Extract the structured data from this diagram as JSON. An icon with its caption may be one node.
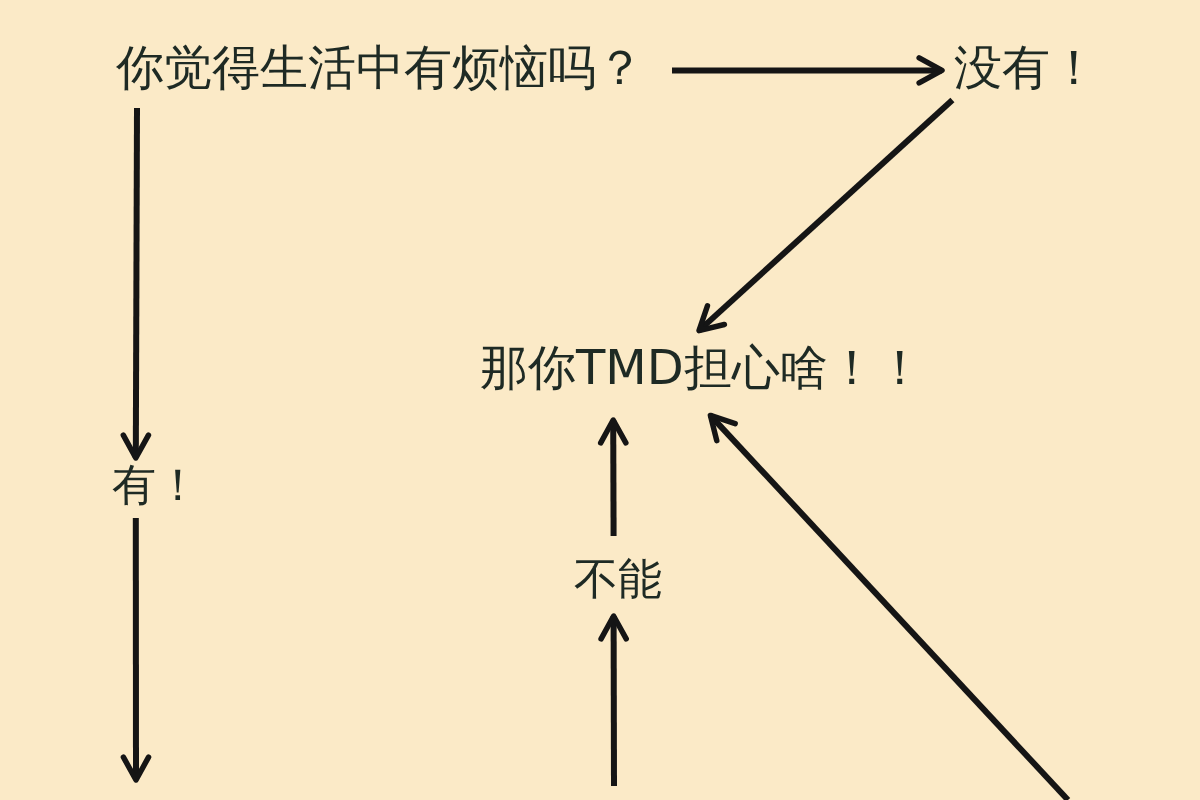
{
  "diagram": {
    "nodes": [
      {
        "text": [
          "你觉得生活中有烦恼吗？"
        ]
      },
      {
        "text": [
          "没有！"
        ]
      },
      {
        "text": [
          "那你TMD担心啥！！"
        ]
      },
      {
        "text": [
          "有！"
        ]
      },
      {
        "text": [
          "不能"
        ]
      }
    ],
    "edges": [
      {
        "from": 0,
        "to": 1,
        "arrow": "to"
      },
      {
        "from": 1,
        "to": 2,
        "arrow": "to"
      },
      {
        "from": 0,
        "to": 3,
        "arrow": "to"
      },
      {
        "from": 3,
        "to": null,
        "arrow": "to"
      },
      {
        "from": null,
        "to": 4,
        "arrow": "to"
      },
      {
        "from": 4,
        "to": 2,
        "arrow": "to"
      },
      {
        "from": null,
        "to": 2,
        "arrow": "to"
      }
    ]
  }
}
